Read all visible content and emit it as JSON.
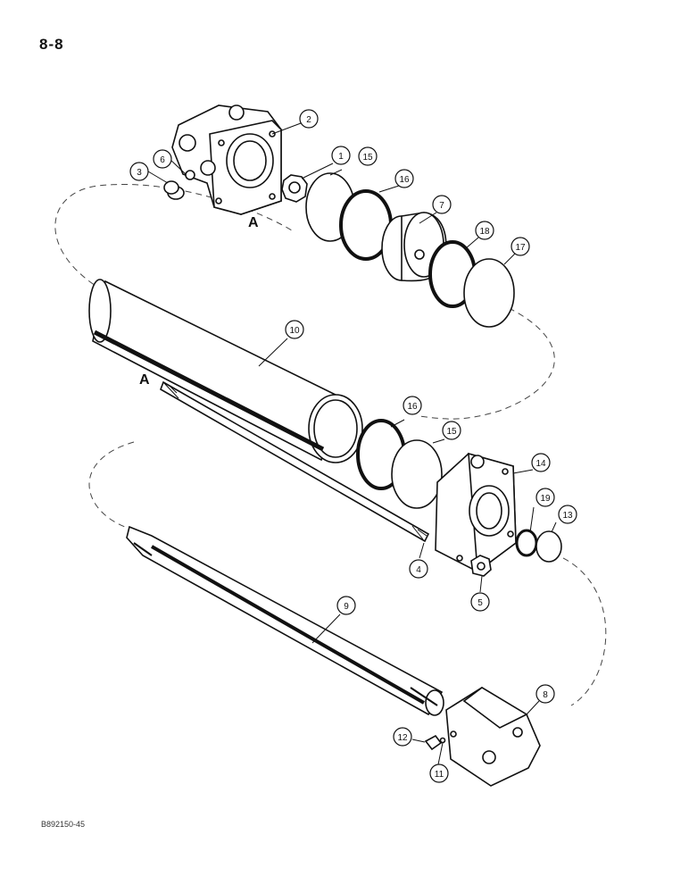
{
  "page": {
    "number": "8-8",
    "figure_id": "B892150-45"
  },
  "reference_letter": "A",
  "callouts": [
    "1",
    "2",
    "3",
    "4",
    "5",
    "6",
    "7",
    "8",
    "9",
    "10",
    "11",
    "12",
    "13",
    "14",
    "15",
    "16",
    "17",
    "18",
    "19"
  ]
}
